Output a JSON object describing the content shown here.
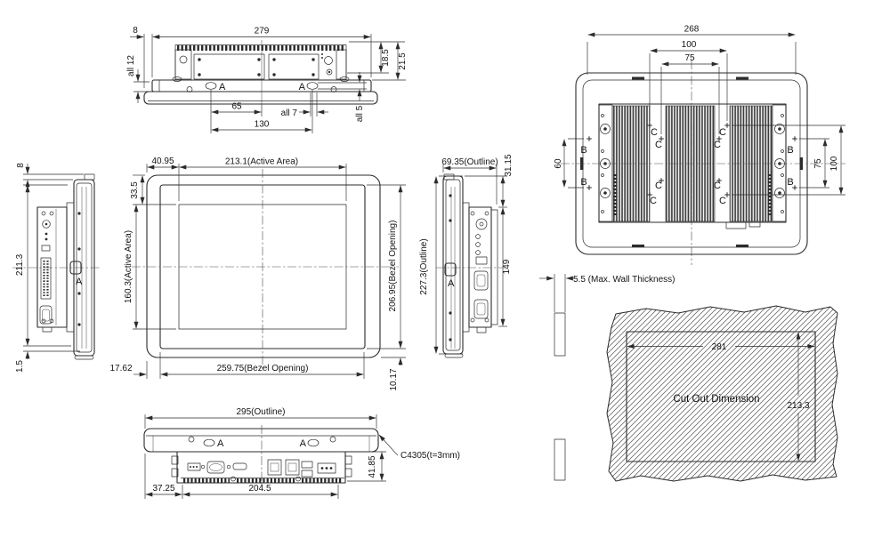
{
  "labels": {
    "section_a": "A",
    "section_b": "B",
    "section_c": "C"
  },
  "views": {
    "top": {
      "dim_lip_offset": "8",
      "dim_width": "279",
      "dim_depth1": "18.5",
      "dim_depth2": "21.5",
      "dim_all12": "all 12",
      "dim_65": "65",
      "dim_all7": "all 7",
      "dim_130": "130",
      "dim_all5": "all 5"
    },
    "left": {
      "dim_top": "8",
      "dim_height": "211.3",
      "dim_bottom": "1.5"
    },
    "front": {
      "dim_40_95": "40.95",
      "dim_active_w": "213.1(Active Area)",
      "dim_33_5": "33.5",
      "dim_active_h": "160.3(Active Area)",
      "dim_bezel_h": "206.95(Bezel Opening)",
      "dim_bezel_w": "259.75(Bezel Opening)",
      "dim_17_62": "17.62",
      "dim_10_17": "10.17"
    },
    "right": {
      "dim_outline_w": "69.35(Outline)",
      "dim_31_15": "31.15",
      "dim_outline_h": "227.3(Outline)",
      "dim_149": "149"
    },
    "rear": {
      "dim_268": "268",
      "dim_100_top": "100",
      "dim_75_top": "75",
      "dim_60": "60",
      "dim_75_right": "75",
      "dim_100_right": "100"
    },
    "wall": {
      "note": "5.5 (Max. Wall Thickness)"
    },
    "cutout": {
      "dim_width": "281",
      "dim_height": "213.3",
      "label": "Cut Out Dimension"
    },
    "bottom": {
      "dim_outline": "295(Outline)",
      "callout": "C4305(t=3mm)",
      "dim_41_85": "41.85",
      "dim_37_25": "37.25",
      "dim_204_5": "204.5"
    }
  }
}
